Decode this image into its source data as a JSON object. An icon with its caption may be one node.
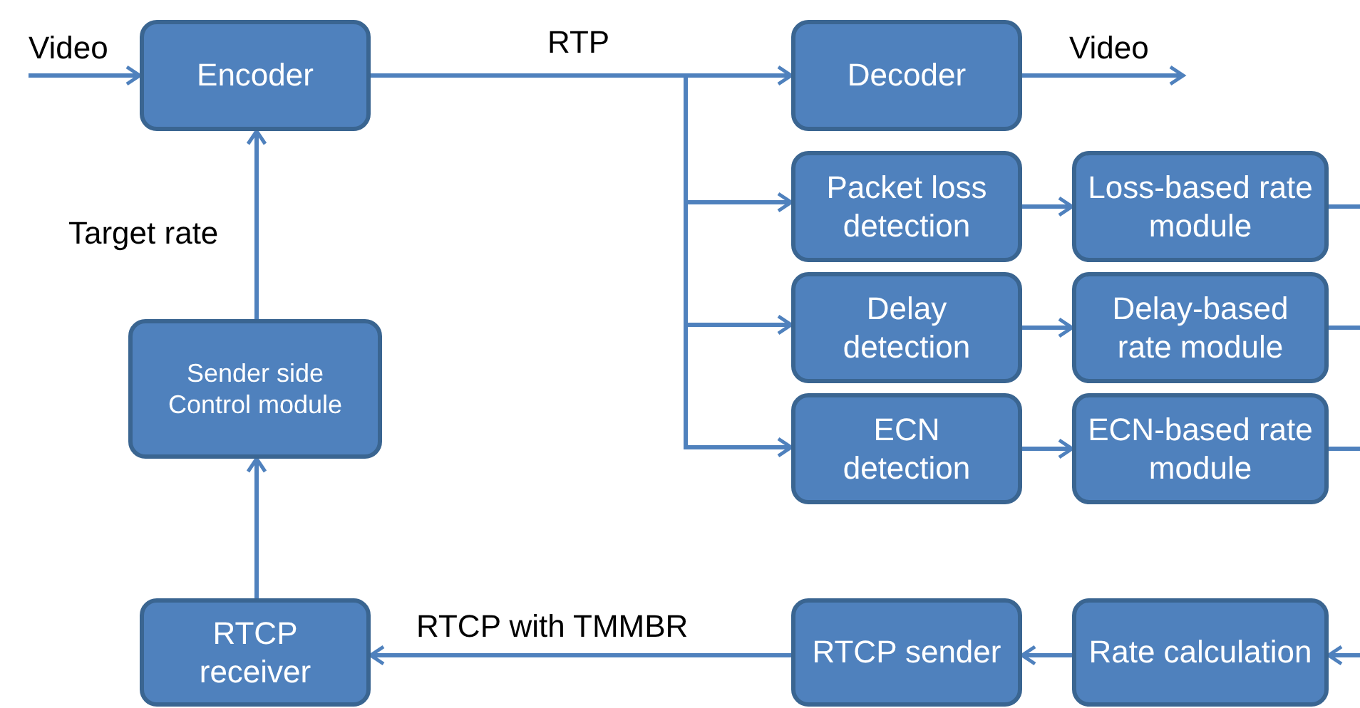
{
  "diagram": {
    "nodes": [
      {
        "text": [
          "Encoder"
        ]
      },
      {
        "text": [
          "Decoder"
        ]
      },
      {
        "text": [
          "Packet loss detection"
        ]
      },
      {
        "text": [
          "Loss-based rate module"
        ]
      },
      {
        "text": [
          "Delay detection"
        ]
      },
      {
        "text": [
          "Delay-based rate module"
        ]
      },
      {
        "text": [
          "ECN detection"
        ]
      },
      {
        "text": [
          "ECN-based rate module"
        ]
      },
      {
        "text": [
          "Sender side Control module"
        ]
      },
      {
        "text": [
          "RTCP receiver"
        ]
      },
      {
        "text": [
          "RTCP sender"
        ]
      },
      {
        "text": [
          "Rate calculation"
        ]
      }
    ],
    "edges": [
      {
        "from": null,
        "to": 0,
        "arrow": "to",
        "label": "Video"
      },
      {
        "from": 0,
        "to": 1,
        "arrow": "to",
        "label": "RTP"
      },
      {
        "from": 0,
        "to": 2,
        "arrow": "to"
      },
      {
        "from": 0,
        "to": 4,
        "arrow": "to"
      },
      {
        "from": 0,
        "to": 6,
        "arrow": "to"
      },
      {
        "from": 1,
        "to": null,
        "arrow": "to",
        "label": "Video"
      },
      {
        "from": 2,
        "to": 3,
        "arrow": "to"
      },
      {
        "from": 4,
        "to": 5,
        "arrow": "to"
      },
      {
        "from": 6,
        "to": 7,
        "arrow": "to"
      },
      {
        "from": 3,
        "to": null,
        "arrow": "none"
      },
      {
        "from": 5,
        "to": null,
        "arrow": "none"
      },
      {
        "from": 7,
        "to": null,
        "arrow": "none"
      },
      {
        "from": null,
        "to": 11,
        "arrow": "to"
      },
      {
        "from": 11,
        "to": 10,
        "arrow": "to"
      },
      {
        "from": 10,
        "to": 9,
        "arrow": "to",
        "label": "RTCP with TMMBR"
      },
      {
        "from": 9,
        "to": 8,
        "arrow": "to"
      },
      {
        "from": 8,
        "to": 0,
        "arrow": "to",
        "label": "Target rate"
      }
    ]
  }
}
